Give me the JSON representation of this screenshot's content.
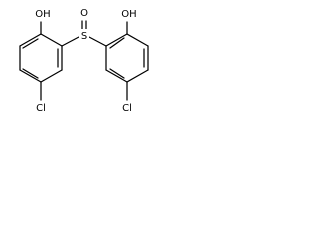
{
  "labels": {
    "oh_left": "OH",
    "oh_right": "OH",
    "sulfur": "S",
    "oxygen": "O",
    "cl_left": "Cl",
    "cl_right": "Cl"
  },
  "colors": {
    "bond": "#000000",
    "background": "#ffffff"
  }
}
